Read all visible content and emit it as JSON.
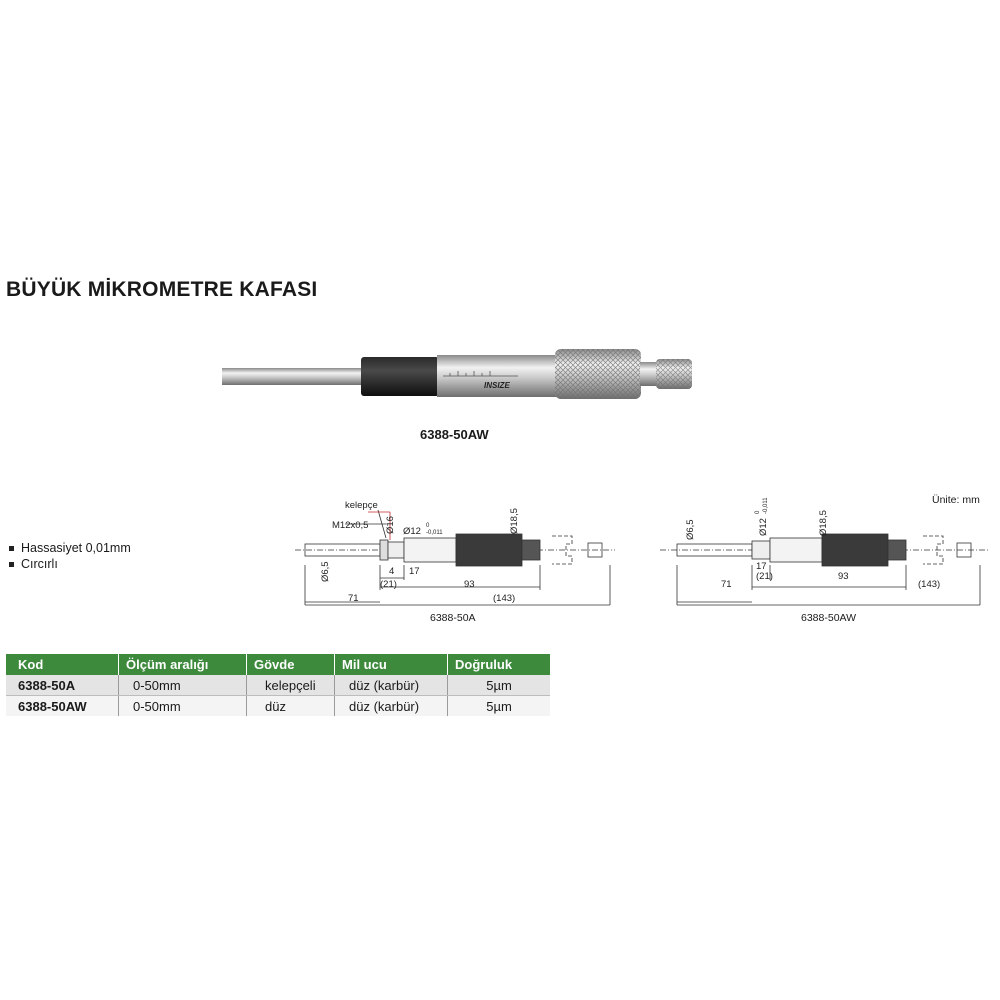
{
  "title": "BÜYÜK MİKROMETRE KAFASI",
  "photo": {
    "caption": "6388-50AW",
    "brand": "INSIZE"
  },
  "features": [
    "Hassasiyet 0,01mm",
    "Cırcırlı"
  ],
  "unit_note": "Ünite: mm",
  "drawing_a": {
    "caption": "6388-50A",
    "labels": {
      "clamp": "kelepçe",
      "thread": "M12x0,5",
      "d16": "Ø16",
      "d12": "Ø12",
      "d12_tol_upper": "0",
      "d12_tol_lower": "-0,011",
      "d18_5": "Ø18,5",
      "d6_5": "Ø6,5",
      "len4": "4",
      "len17": "17",
      "len21": "(21)",
      "len93": "93",
      "len71": "71",
      "len143": "(143)"
    }
  },
  "drawing_b": {
    "caption": "6388-50AW",
    "labels": {
      "d6_5": "Ø6,5",
      "d12": "Ø12",
      "d12_tol_upper": "0",
      "d12_tol_lower": "-0,011",
      "d18_5": "Ø18,5",
      "len17": "17",
      "len21": "(21)",
      "len93": "93",
      "len71": "71",
      "len143": "(143)"
    }
  },
  "table": {
    "headers": [
      "Kod",
      "Ölçüm aralığı",
      "Gövde",
      "Mil ucu",
      "Doğruluk"
    ],
    "rows": [
      [
        "6388-50A",
        "0-50mm",
        "kelepçeli",
        "düz (karbür)",
        "5µm"
      ],
      [
        "6388-50AW",
        "0-50mm",
        "düz",
        "düz (karbür)",
        "5µm"
      ]
    ],
    "header_color": "#3d8a3d"
  }
}
